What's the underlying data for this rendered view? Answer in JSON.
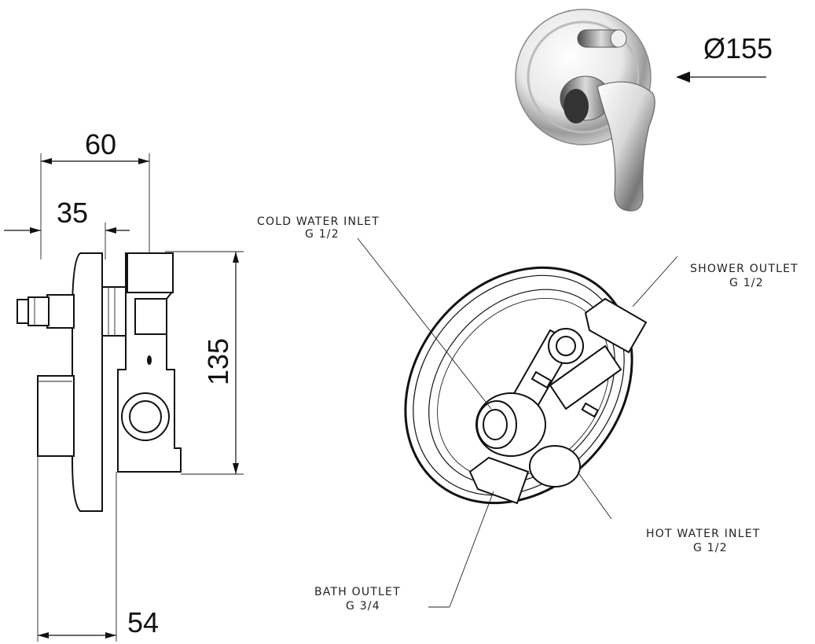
{
  "dimensions": {
    "depth_total": "60",
    "depth_inner": "35",
    "height": "135",
    "plate_offset": "54",
    "diameter": "Ø155"
  },
  "connections": {
    "cold_water_inlet": {
      "name": "COLD WATER INLET",
      "size": "G 1/2"
    },
    "shower_outlet": {
      "name": "SHOWER OUTLET",
      "size": "G 1/2"
    },
    "hot_water_inlet": {
      "name": "HOT WATER INLET",
      "size": "G 1/2"
    },
    "bath_outlet": {
      "name": "BATH OUTLET",
      "size": "G 3/4"
    }
  },
  "colors": {
    "line": "#111111",
    "chrome_light": "#f4f4f4",
    "chrome_dark": "#6b6b6b"
  }
}
